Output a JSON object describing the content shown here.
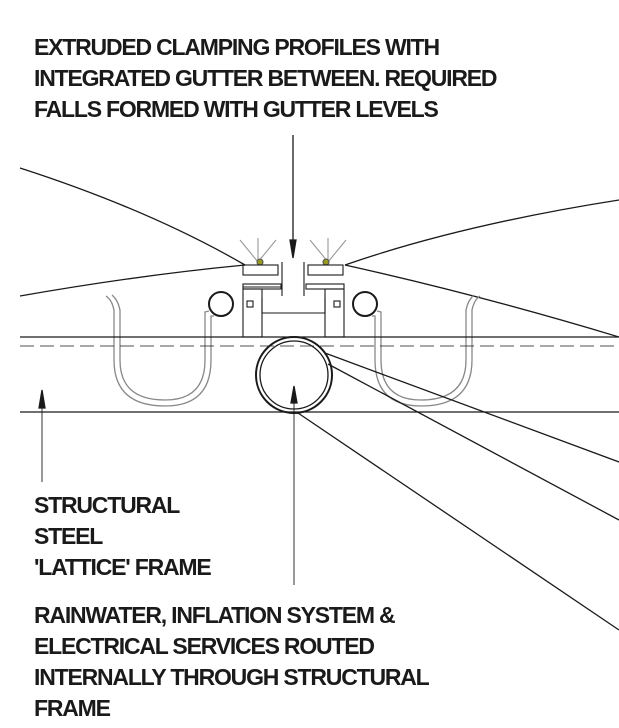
{
  "top_note": {
    "lines": [
      "EXTRUDED CLAMPING PROFILES WITH",
      "INTEGRATED GUTTER BETWEEN. REQUIRED",
      "FALLS FORMED WITH GUTTER LEVELS"
    ]
  },
  "frame_note": {
    "lines": [
      "STRUCTURAL",
      "STEEL",
      "'LATTICE' FRAME"
    ]
  },
  "services_note": {
    "lines": [
      "RAINWATER, INFLATION SYSTEM &",
      "ELECTRICAL SERVICES ROUTED",
      "INTERNALLY THROUGH STRUCTURAL",
      "FRAME"
    ]
  },
  "colors": {
    "ink": "#1a1a1a",
    "accent": "#9a9a20"
  }
}
